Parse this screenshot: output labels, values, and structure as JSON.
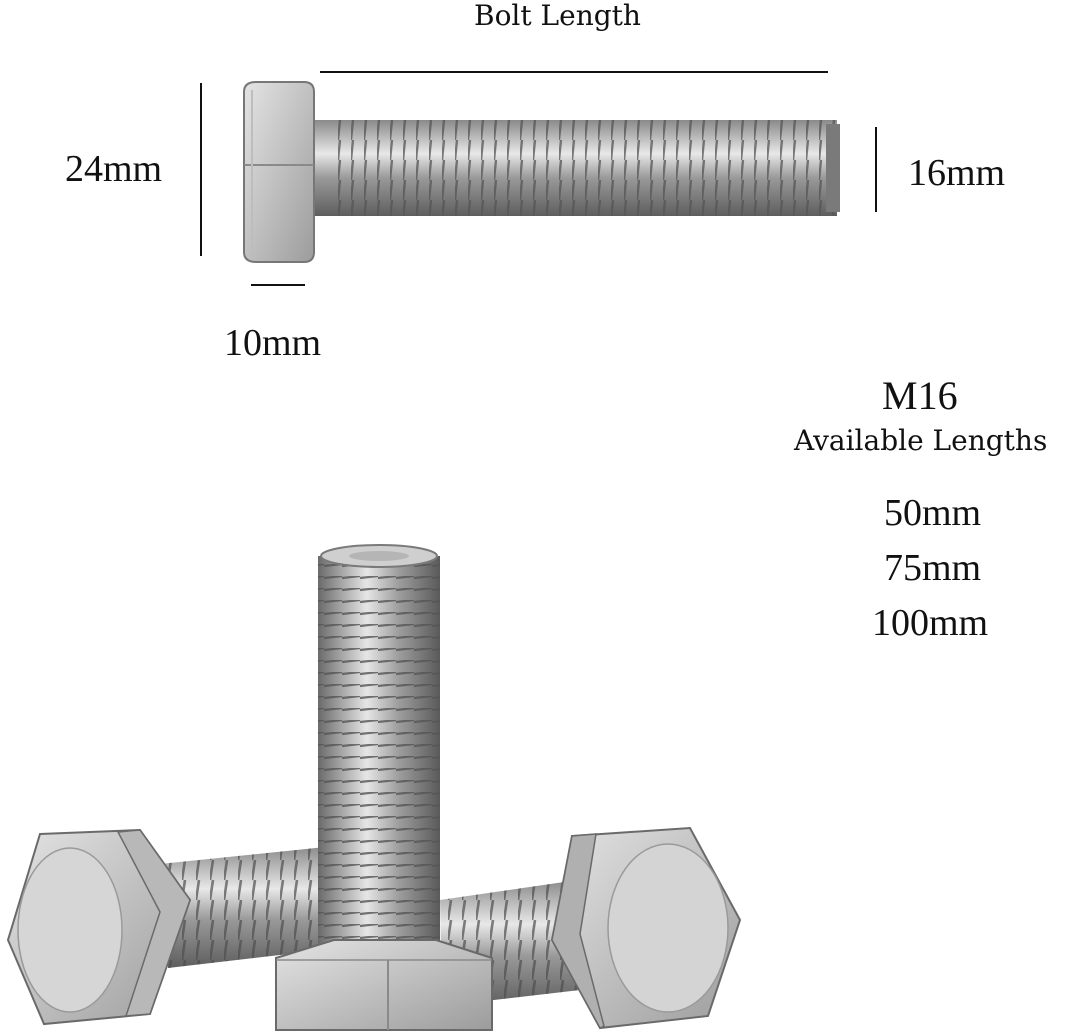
{
  "diagram": {
    "bolt_length_label": "Bolt Length",
    "head_height_label": "24mm",
    "shank_diameter_label": "16mm",
    "head_thickness_label": "10mm"
  },
  "product": {
    "size": "M16",
    "available_title": "Available Lengths",
    "lengths": [
      "50mm",
      "75mm",
      "100mm"
    ]
  },
  "colors": {
    "steel_light": "#dcdcdc",
    "steel_mid": "#a8a8a8",
    "steel_dark": "#5a5a5a",
    "line": "#111111"
  }
}
